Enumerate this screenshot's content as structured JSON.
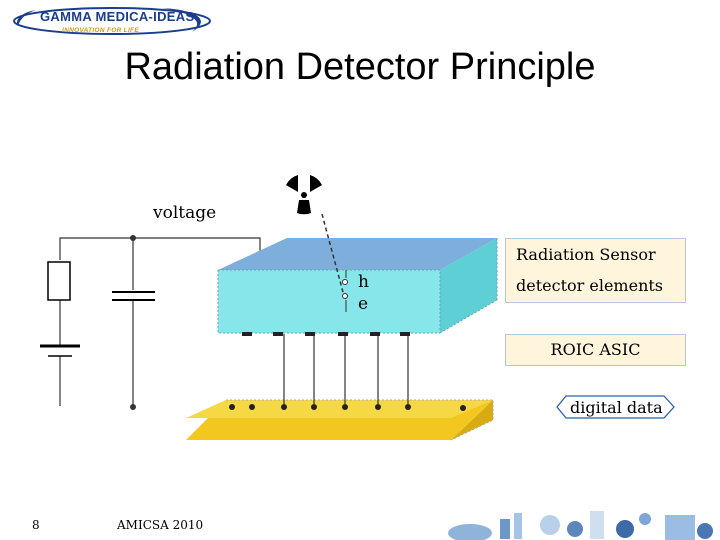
{
  "header": {
    "logo_text": "GAMMA MEDICA-IDEAS",
    "logo_tagline": "INNOVATION FOR LIFE",
    "title": "Radiation Detector Principle"
  },
  "diagram": {
    "voltage_label": "voltage",
    "hole_label": "h",
    "electron_label": "e",
    "sensor_box_title": "Radiation Sensor",
    "sensor_box_subtitle": "detector elements",
    "roic_box_label": "ROIC ASIC",
    "digital_data_label": "digital data"
  },
  "footer": {
    "page_number": "8",
    "event": "AMICSA 2010"
  },
  "colors": {
    "sensor_top": "#7eaedc",
    "sensor_front": "#86e6ea",
    "asic_yellow": "#f2c820",
    "box_fill": "#fff5dc",
    "logo_blue": "#1a3e8c"
  }
}
